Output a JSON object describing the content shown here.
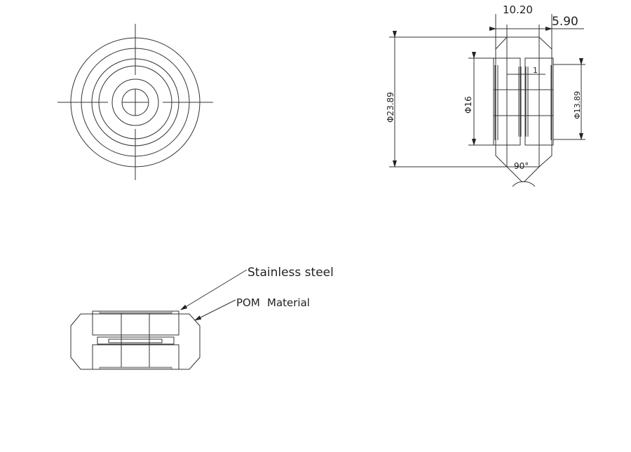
{
  "dimensions": {
    "width_total": "10.20",
    "width_part": "5.90",
    "outer_diameter": "Φ23.89",
    "bearing_diameter": "Φ16",
    "inner_diameter": "Φ13.89",
    "gap": "1",
    "angle": "90°"
  },
  "labels": {
    "stainless": "Stainless steel",
    "pom": "POM",
    "material": "Material"
  }
}
